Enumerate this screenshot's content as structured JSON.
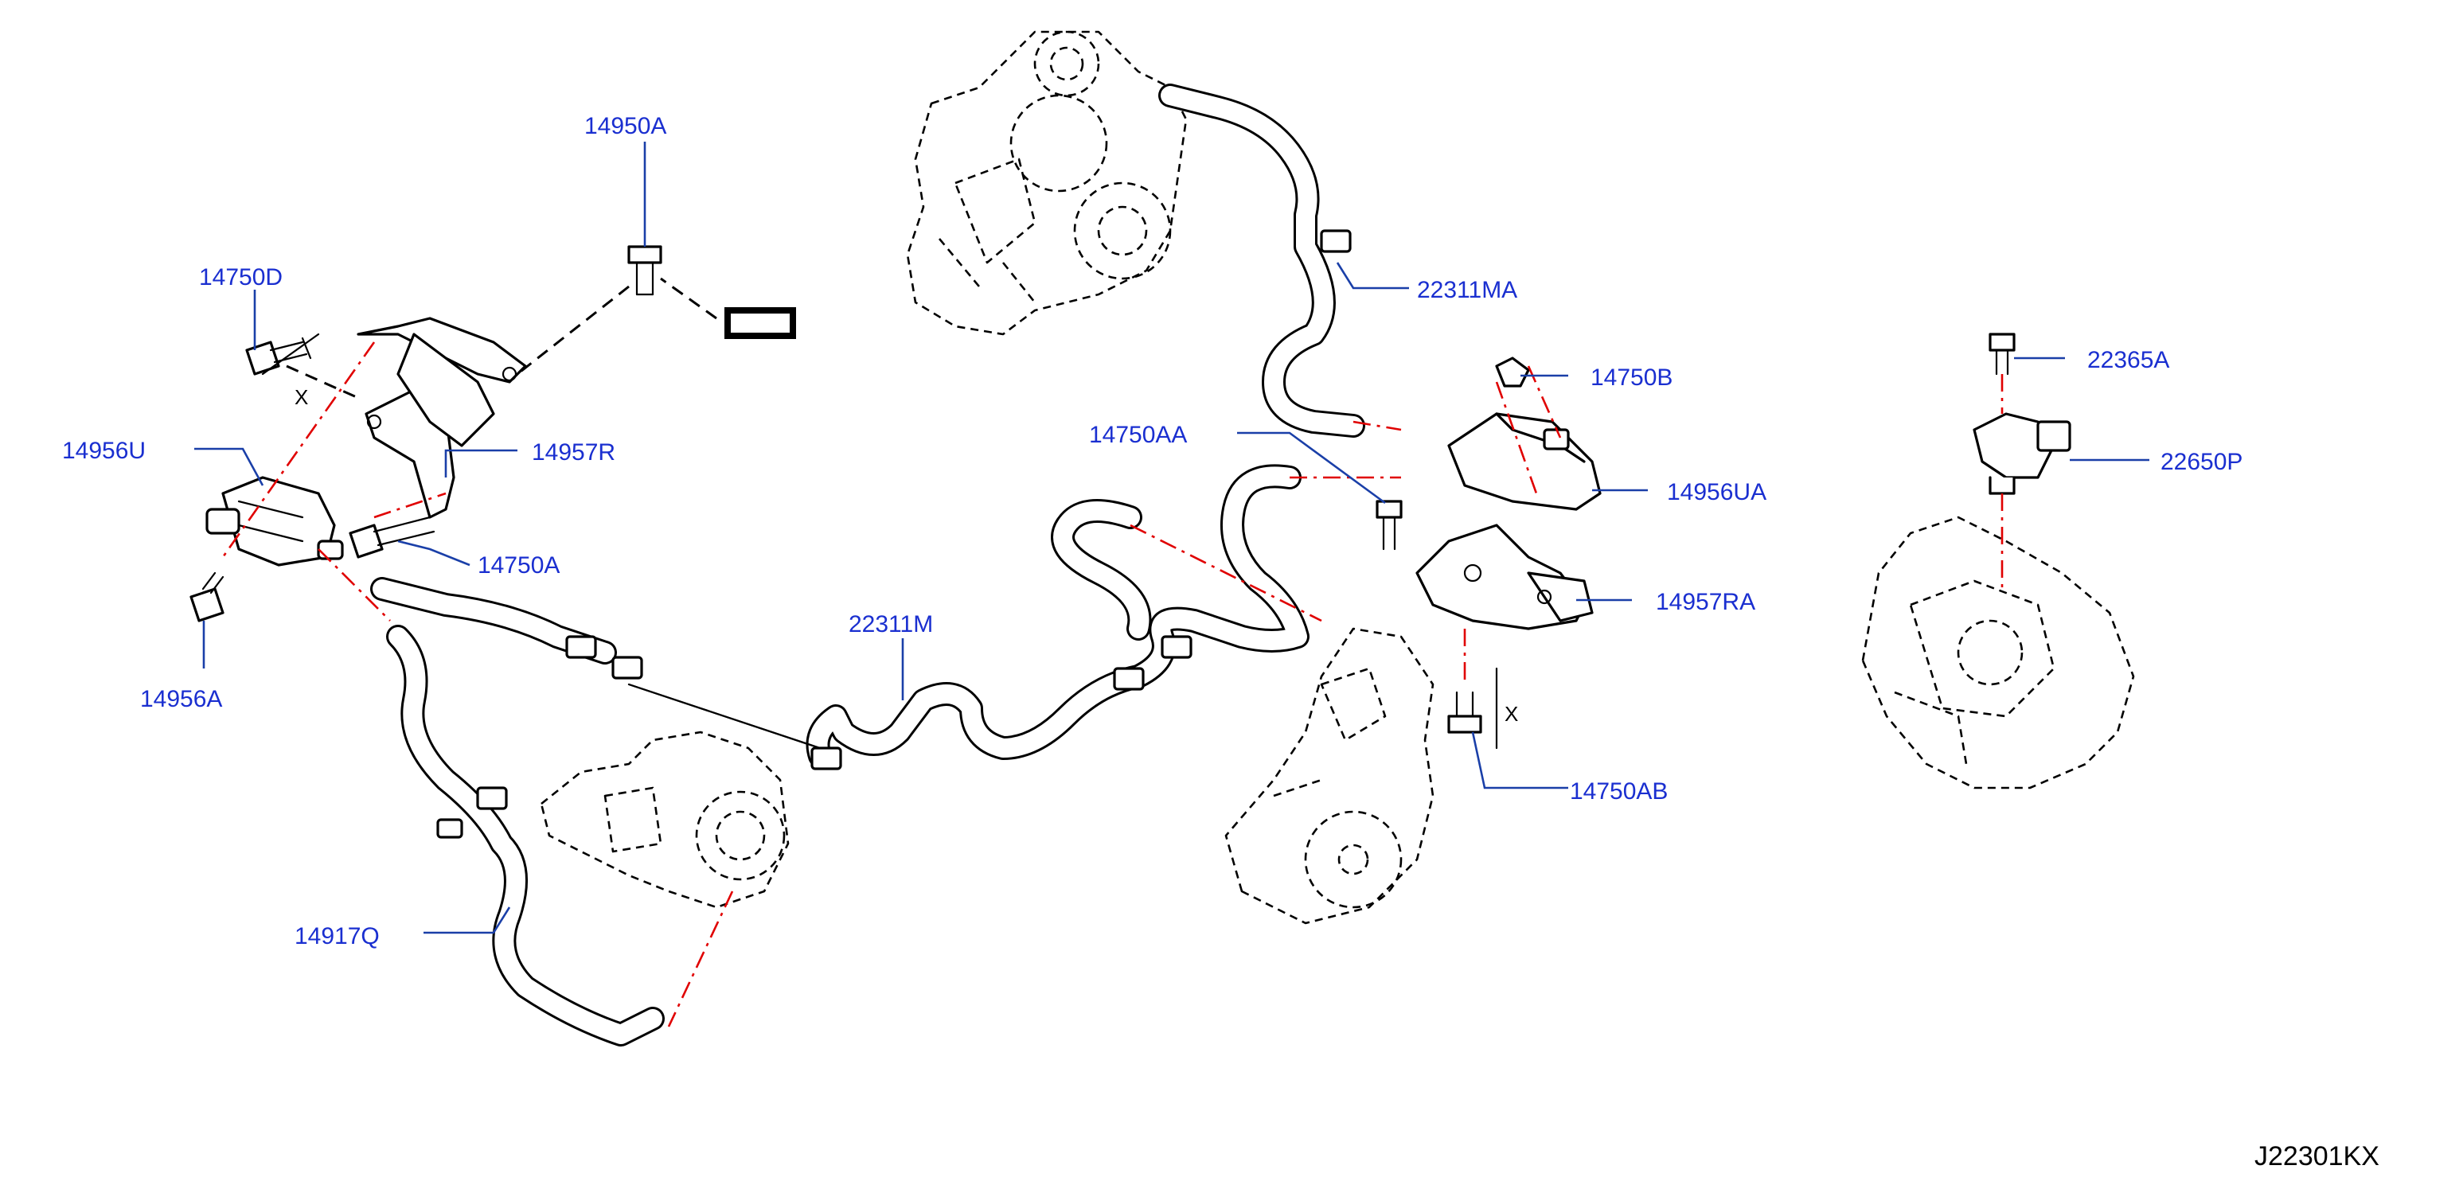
{
  "diagram": {
    "figure_id": "J22301KX",
    "callouts": {
      "c14950A": "14950A",
      "c14750D": "14750D",
      "c14956U": "14956U",
      "c14957R": "14957R",
      "c14750A": "14750A",
      "c14956A": "14956A",
      "c14917Q": "14917Q",
      "c22311M": "22311M",
      "c22311MA": "22311MA",
      "c14750B": "14750B",
      "c14750AA": "14750AA",
      "c14956UA": "14956UA",
      "c14957RA": "14957RA",
      "c14750AB": "14750AB",
      "c22365A": "22365A",
      "c22650P": "22650P"
    },
    "dimension_mark": "X",
    "colors": {
      "callout_text": "#1a2fd0",
      "leader_line": "#1a3fa8",
      "connection_line": "#e00000",
      "drawing": "#000000"
    }
  }
}
